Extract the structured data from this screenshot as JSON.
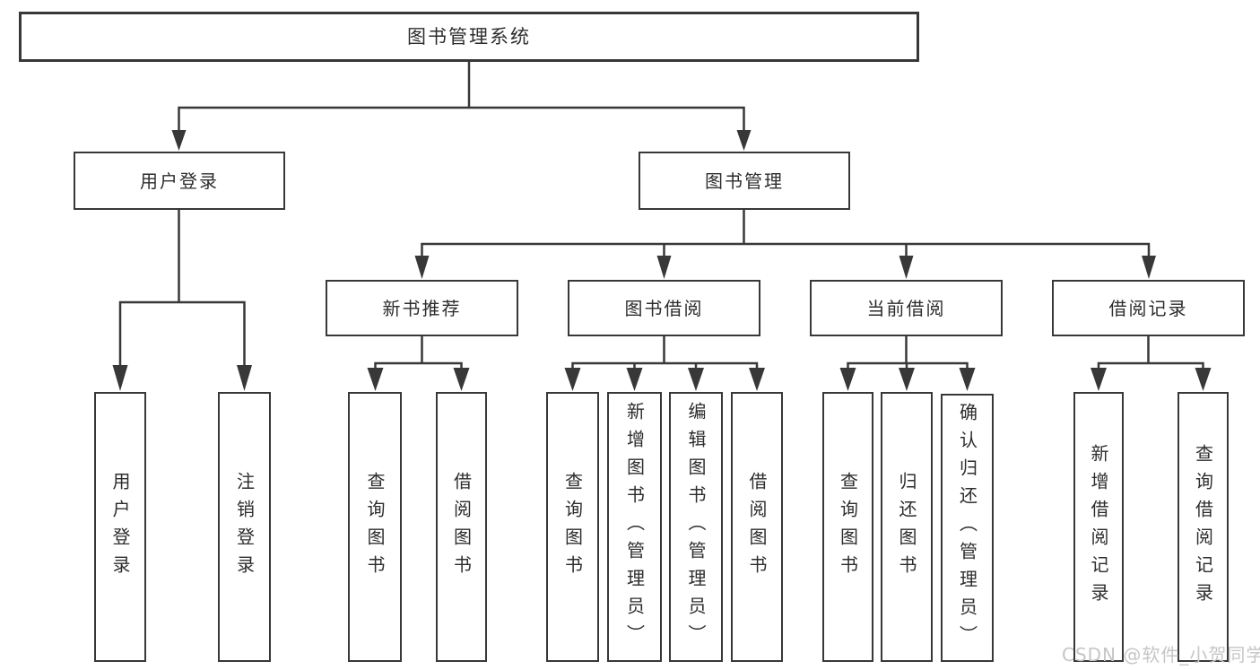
{
  "diagram": {
    "title": "图书管理系统",
    "branches": [
      {
        "label": "用户登录",
        "children": [
          {
            "label": "用户登录"
          },
          {
            "label": "注销登录"
          }
        ]
      },
      {
        "label": "图书管理",
        "children": [
          {
            "label": "新书推荐",
            "children": [
              {
                "label": "查询图书"
              },
              {
                "label": "借阅图书"
              }
            ]
          },
          {
            "label": "图书借阅",
            "children": [
              {
                "label": "查询图书"
              },
              {
                "label": "新增图书（管理员）"
              },
              {
                "label": "编辑图书（管理员）"
              },
              {
                "label": "借阅图书"
              }
            ]
          },
          {
            "label": "当前借阅",
            "children": [
              {
                "label": "查询图书"
              },
              {
                "label": "归还图书"
              },
              {
                "label": "确认归还（管理员）"
              }
            ]
          },
          {
            "label": "借阅记录",
            "children": [
              {
                "label": "新增借阅记录"
              },
              {
                "label": "查询借阅记录"
              }
            ]
          }
        ]
      }
    ]
  },
  "watermark": {
    "text": "CSDN @软件_小贺同学"
  },
  "colors": {
    "line": "#383838",
    "text": "#2d2d2d",
    "watermark": "#c6c6c6",
    "background": "#ffffff"
  }
}
